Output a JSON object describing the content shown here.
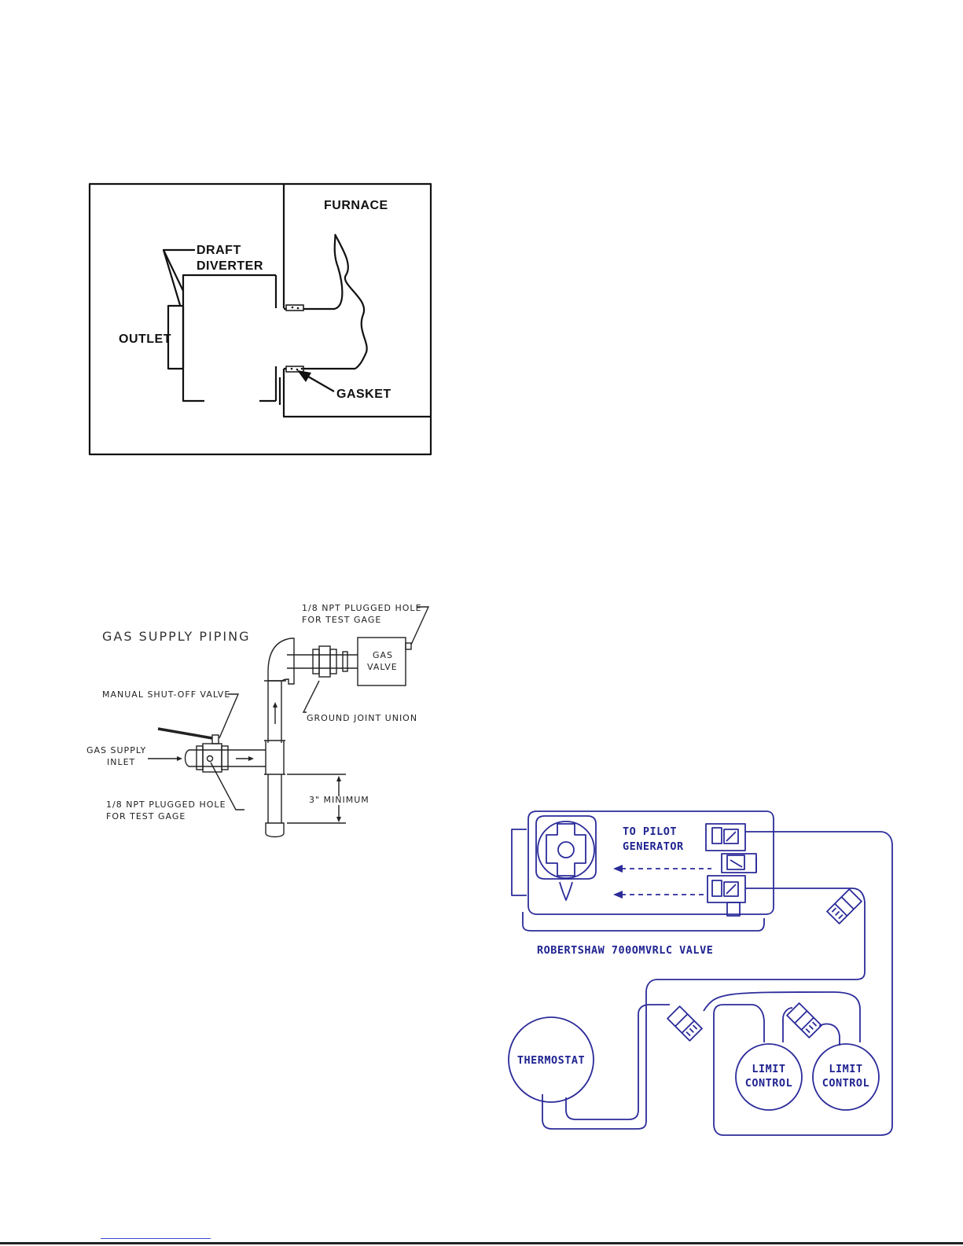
{
  "draft_diverter_figure": {
    "labels": {
      "furnace": "FURNACE",
      "draft_line1": "DRAFT",
      "draft_line2": "DIVERTER",
      "outlet": "OUTLET",
      "gasket": "GASKET"
    }
  },
  "gas_piping_figure": {
    "title": "GAS SUPPLY PIPING",
    "labels": {
      "plug_top_line1": "1/8 NPT PLUGGED HOLE",
      "plug_top_line2": "FOR TEST GAGE",
      "gas_valve_line1": "GAS",
      "gas_valve_line2": "VALVE",
      "manual_shutoff": "MANUAL SHUT-OFF VALVE",
      "ground_joint_union": "GROUND JOINT UNION",
      "supply_line1": "GAS SUPPLY",
      "supply_line2": "INLET",
      "minimum": "3\" MINIMUM",
      "plug_bottom_line1": "1/8 NPT PLUGGED HOLE",
      "plug_bottom_line2": "FOR TEST GAGE"
    }
  },
  "wiring_figure": {
    "labels": {
      "to_pilot_line1": "TO PILOT",
      "to_pilot_line2": "GENERATOR",
      "valve_name": "ROBERTSHAW 700OMVRLC VALVE",
      "thermostat": "THERMOSTAT",
      "limit1_line1": "LIMIT",
      "limit1_line2": "CONTROL",
      "limit2_line1": "LIMIT",
      "limit2_line2": "CONTROL"
    },
    "wire_color": "#2b2b9a"
  }
}
